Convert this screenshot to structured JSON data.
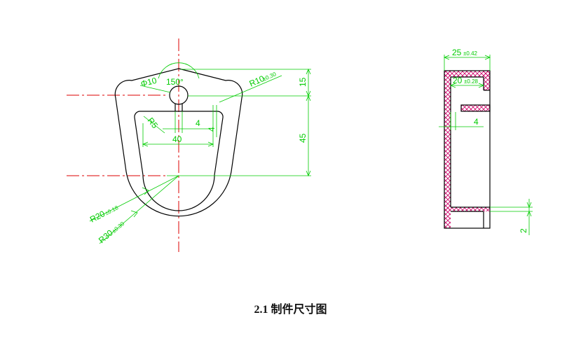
{
  "caption": "2.1 制件尺寸图",
  "colors": {
    "outline": "#000000",
    "dimension": "#00cc00",
    "centerline": "#dd0000",
    "hatch": "#cc0066"
  },
  "front_view": {
    "dim_phi10": "Φ10",
    "dim_angle": "150°",
    "dim_r10": "R10",
    "dim_r10_tol": "±0.30",
    "dim_15": "15",
    "dim_45": "45",
    "dim_r5": "R5",
    "dim_4_h": "4",
    "dim_4_v": "4",
    "dim_40": "40",
    "dim_r20": "R20",
    "dim_r20_tol": "±0.18",
    "dim_r30": "R30",
    "dim_r30_tol": "±0.30"
  },
  "side_view": {
    "dim_25": "25",
    "dim_25_tol": "±0.42",
    "dim_20": "20",
    "dim_20_tol": "±0.28",
    "dim_4": "4",
    "dim_2": "2"
  }
}
